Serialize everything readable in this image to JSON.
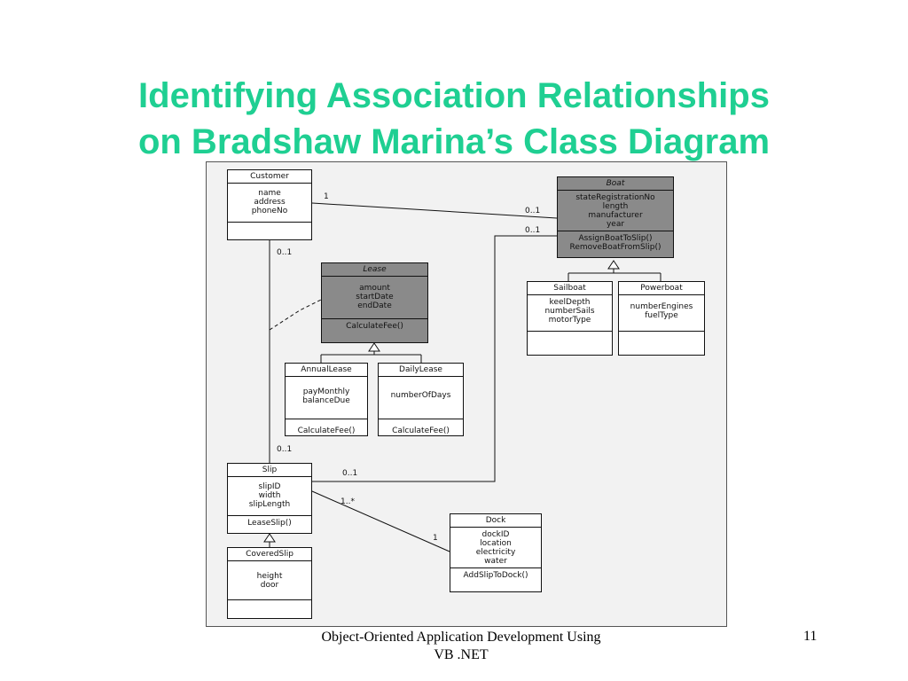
{
  "title": {
    "line1": "Identifying Association Relationships",
    "line2": "on Bradshaw Marina’s Class Diagram"
  },
  "classes": {
    "customer": {
      "name": "Customer",
      "attributes": [
        "name",
        "address",
        "phoneNo"
      ],
      "operations": []
    },
    "boat": {
      "name": "Boat",
      "attributes": [
        "stateRegistrationNo",
        "length",
        "manufacturer",
        "year"
      ],
      "operations": [
        "AssignBoatToSlip()",
        "RemoveBoatFromSlip()"
      ]
    },
    "lease": {
      "name": "Lease",
      "attributes": [
        "amount",
        "startDate",
        "endDate"
      ],
      "operations": [
        "CalculateFee()"
      ]
    },
    "sailboat": {
      "name": "Sailboat",
      "attributes": [
        "keelDepth",
        "numberSails",
        "motorType"
      ],
      "operations": []
    },
    "powerboat": {
      "name": "Powerboat",
      "attributes": [
        "numberEngines",
        "fuelType"
      ],
      "operations": []
    },
    "annual_lease": {
      "name": "AnnualLease",
      "attributes": [
        "payMonthly",
        "balanceDue"
      ],
      "operations": [
        "CalculateFee()"
      ]
    },
    "daily_lease": {
      "name": "DailyLease",
      "attributes": [
        "numberOfDays"
      ],
      "operations": [
        "CalculateFee()"
      ]
    },
    "slip": {
      "name": "Slip",
      "attributes": [
        "slipID",
        "width",
        "slipLength"
      ],
      "operations": [
        "LeaseSlip()"
      ]
    },
    "covered_slip": {
      "name": "CoveredSlip",
      "attributes": [
        "height",
        "door"
      ],
      "operations": []
    },
    "dock": {
      "name": "Dock",
      "attributes": [
        "dockID",
        "location",
        "electricity",
        "water"
      ],
      "operations": [
        "AddSlipToDock()"
      ]
    }
  },
  "multiplicities": {
    "customer_boat_customer_end": "1",
    "customer_boat_boat_end": "0..1",
    "boat_slip_boat_end": "0..1",
    "customer_slip_customer_end": "0..1",
    "customer_slip_slip_end": "0..1",
    "slip_boat_slip_end": "0..1",
    "slip_dock_slip_end": "1..*",
    "slip_dock_dock_end": "1"
  },
  "footer": {
    "line1": "Object-Oriented Application Development Using",
    "line2": "VB .NET",
    "page_number": "11"
  }
}
